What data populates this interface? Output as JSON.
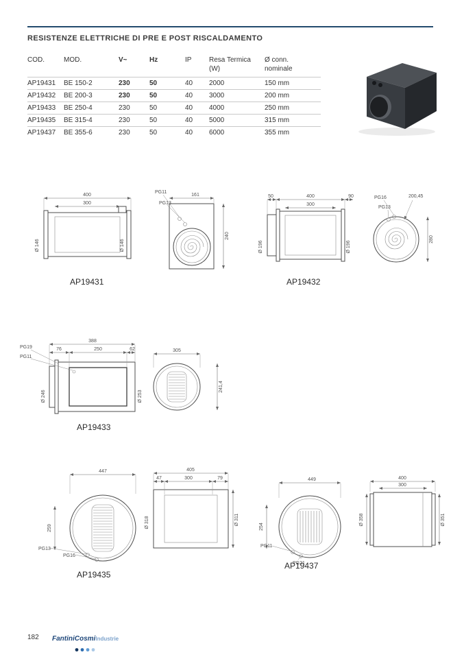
{
  "page": {
    "title": "RESISTENZE ELETTRICHE DI PRE E POST RISCALDAMENTO"
  },
  "table": {
    "headers": [
      "COD.",
      "MOD.",
      "V~",
      "Hz",
      "IP",
      "Resa Termica\n(W)",
      "Ø  conn.\nnominale"
    ],
    "rows": [
      [
        "AP19431",
        "BE 150-2",
        "230",
        "50",
        "40",
        "2000",
        "150 mm"
      ],
      [
        "AP19432",
        "BE 200-3",
        "230",
        "50",
        "40",
        "3000",
        "200 mm"
      ],
      [
        "AP19433",
        "BE 250-4",
        "230",
        "50",
        "40",
        "4000",
        "250 mm"
      ],
      [
        "AP19435",
        "BE 315-4",
        "230",
        "50",
        "40",
        "5000",
        "315 mm"
      ],
      [
        "AP19437",
        "BE 355-6",
        "230",
        "50",
        "40",
        "6000",
        "355 mm"
      ]
    ]
  },
  "drawings": {
    "ap19431": {
      "label": "AP19431",
      "dim_overall": "400",
      "dim_inner": "300",
      "diam_left": "Ø 146",
      "diam_right": "Ø 146",
      "gland1": "PG11",
      "gland2": "PG13",
      "front_width": "161",
      "front_height": "240"
    },
    "ap19432": {
      "label": "AP19432",
      "offset_left": "50",
      "dim_overall": "400",
      "dim_inner": "300",
      "offset_right": "90",
      "diam_left": "Ø 196",
      "diam_right": "Ø 196",
      "gland1": "PG16",
      "gland2": "PG13",
      "front_diag": "200,45",
      "front_height": "280"
    },
    "ap19433": {
      "label": "AP19433",
      "dim_overall": "388",
      "seg1": "76",
      "seg2": "250",
      "seg3": "62",
      "gland1": "PG19",
      "gland2": "PG11",
      "diam_left": "Ø 246",
      "diam_right": "Ø 253",
      "front_width": "305",
      "front_height": "241,4"
    },
    "ap19435": {
      "label": "AP19435",
      "front_width": "447",
      "front_height": "259",
      "gland1": "PG13",
      "gland2": "PG16",
      "diam_front": "Ø 318",
      "dim_overall": "405",
      "seg1": "47",
      "seg2": "300",
      "seg3": "79",
      "diam_side": "Ø 311"
    },
    "ap19437": {
      "label": "AP19437",
      "front_width": "449",
      "front_height": "254",
      "gland1": "PG11",
      "gland2": "PG21",
      "dim_overall": "400",
      "dim_inner": "300",
      "diam_left": "Ø 358",
      "diam_right": "Ø 351"
    }
  },
  "footer": {
    "page_number": "182",
    "logo_main": "FantiniCosmi",
    "logo_sub": "Industrie",
    "dot_colors": [
      "#14355e",
      "#2c6cb0",
      "#5f9bd4",
      "#a9c8e6"
    ]
  },
  "colors": {
    "rule": "#224a6d",
    "logo_blue": "#1d4679"
  }
}
